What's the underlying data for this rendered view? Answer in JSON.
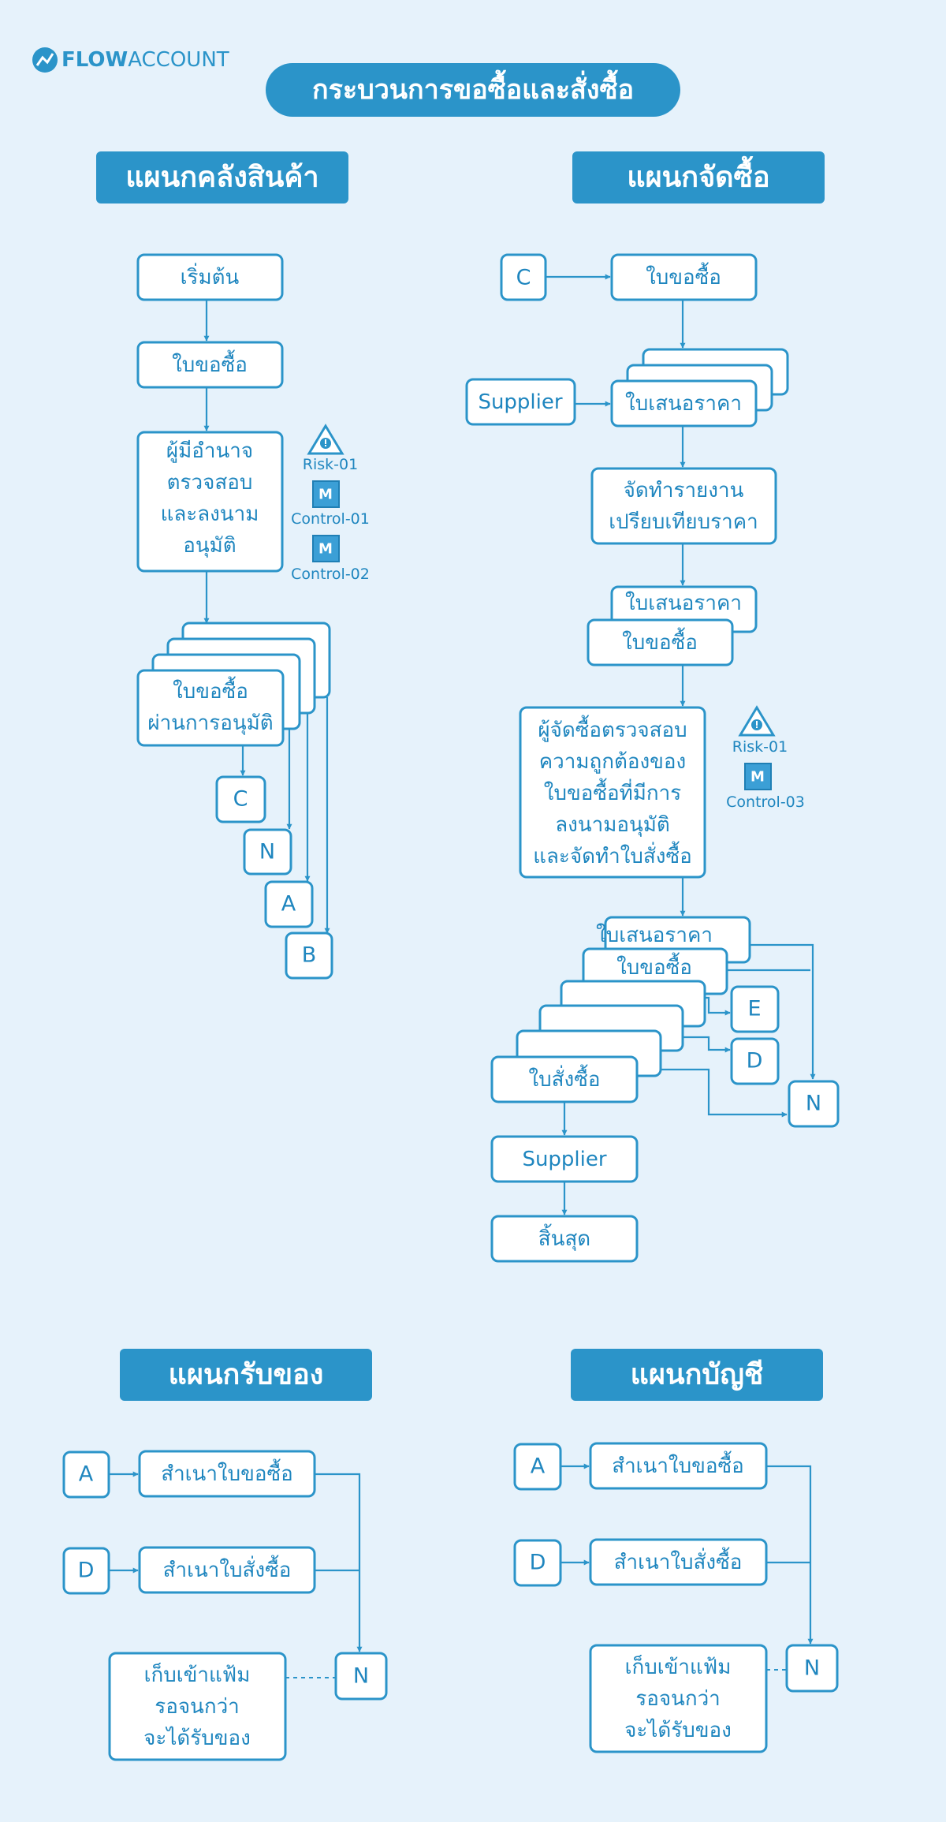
{
  "logo": {
    "bold": "FLOW",
    "rest": "ACCOUNT"
  },
  "title": "กระบวนการขอซื้อและสั่งซื้อ",
  "departments": {
    "warehouse": "แผนกคลังสินค้า",
    "purchasing": "แผนกจัดซื้อ",
    "receiving": "แผนกรับของ",
    "accounting": "แผนกบัญชี"
  },
  "warehouse": {
    "start": "เริ่มต้น",
    "pr": "ใบขอซื้อ",
    "approver": [
      "ผู้มีอำนาจ",
      "ตรวจสอบ",
      "และลงนาม",
      "อนุมัติ"
    ],
    "approved_pr": [
      "ใบขอซื้อ",
      "ผ่านการอนุมัติ"
    ],
    "connectors": [
      "C",
      "N",
      "A",
      "B"
    ],
    "risk": "Risk-01",
    "control1": "Control-01",
    "control2": "Control-02",
    "m": "M"
  },
  "purchasing": {
    "c": "C",
    "pr": "ใบขอซื้อ",
    "supplier": "Supplier",
    "quotation": "ใบเสนอราคา",
    "compare": [
      "จัดทำรายงาน",
      "เปรียบเทียบราคา"
    ],
    "quotation2": "ใบเสนอราคา",
    "pr2": "ใบขอซื้อ",
    "buyer": [
      "ผู้จัดซื้อตรวจสอบ",
      "ความถูกต้องของ",
      "ใบขอซื้อที่มีการ",
      "ลงนามอนุมัติ",
      "และจัดทำใบสั่งซื้อ"
    ],
    "risk": "Risk-01",
    "control3": "Control-03",
    "m": "M",
    "quotation3": "ใบเสนอราคา",
    "pr3": "ใบขอซื้อ",
    "po": "ใบสั่งซื้อ",
    "e": "E",
    "d": "D",
    "n": "N",
    "supplier2": "Supplier",
    "end": "สิ้นสุด"
  },
  "receiving": {
    "a": "A",
    "d": "D",
    "pr_copy": "สำเนาใบขอซื้อ",
    "po_copy": "สำเนาใบสั่งซื้อ",
    "file": [
      "เก็บเข้าแฟ้ม",
      "รอจนกว่า",
      "จะได้รับของ"
    ],
    "n": "N"
  },
  "accounting": {
    "a": "A",
    "d": "D",
    "pr_copy": "สำเนาใบขอซื้อ",
    "po_copy": "สำเนาใบสั่งซื้อ",
    "file": [
      "เก็บเข้าแฟ้ม",
      "รอจนกว่า",
      "จะได้รับของ"
    ],
    "n": "N"
  }
}
